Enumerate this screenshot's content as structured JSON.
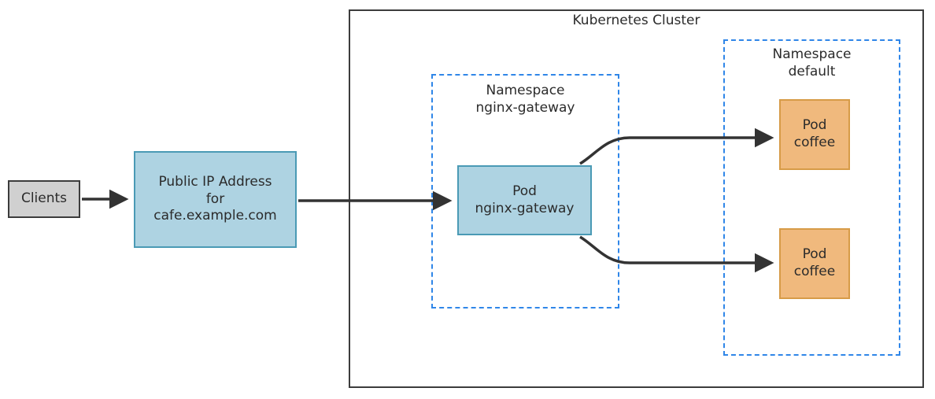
{
  "diagram": {
    "title": "Kubernetes Cluster",
    "cluster": {
      "label": "Kubernetes Cluster",
      "border_color": "#3c3c3c"
    },
    "namespaces": [
      {
        "name": "nginx-gateway",
        "label": "Namespace\nnginx-gateway",
        "border_color": "#2f86e8",
        "border_style": "dashed"
      },
      {
        "name": "default",
        "label": "Namespace\ndefault",
        "border_color": "#2f86e8",
        "border_style": "dashed"
      }
    ],
    "nodes": [
      {
        "id": "clients",
        "label": "Clients",
        "fill": "#d0d0d0",
        "stroke": "#3c3c3c"
      },
      {
        "id": "public-ip",
        "label": "Public IP Address\nfor\ncafe.example.com",
        "fill": "#aed3e2",
        "stroke": "#4a9ab5"
      },
      {
        "id": "pod-nginx-gateway",
        "label": "Pod\nnginx-gateway",
        "fill": "#aed3e2",
        "stroke": "#4a9ab5"
      },
      {
        "id": "pod-coffee-1",
        "label": "Pod\ncoffee",
        "fill": "#f0b97d",
        "stroke": "#d79b47"
      },
      {
        "id": "pod-coffee-2",
        "label": "Pod\ncoffee",
        "fill": "#f0b97d",
        "stroke": "#d79b47"
      }
    ],
    "edges": [
      {
        "from": "clients",
        "to": "public-ip",
        "style": "straight",
        "color": "#333333"
      },
      {
        "from": "public-ip",
        "to": "pod-nginx-gateway",
        "style": "straight",
        "color": "#333333"
      },
      {
        "from": "pod-nginx-gateway",
        "to": "pod-coffee-1",
        "style": "curved",
        "color": "#333333"
      },
      {
        "from": "pod-nginx-gateway",
        "to": "pod-coffee-2",
        "style": "curved",
        "color": "#333333"
      }
    ]
  }
}
